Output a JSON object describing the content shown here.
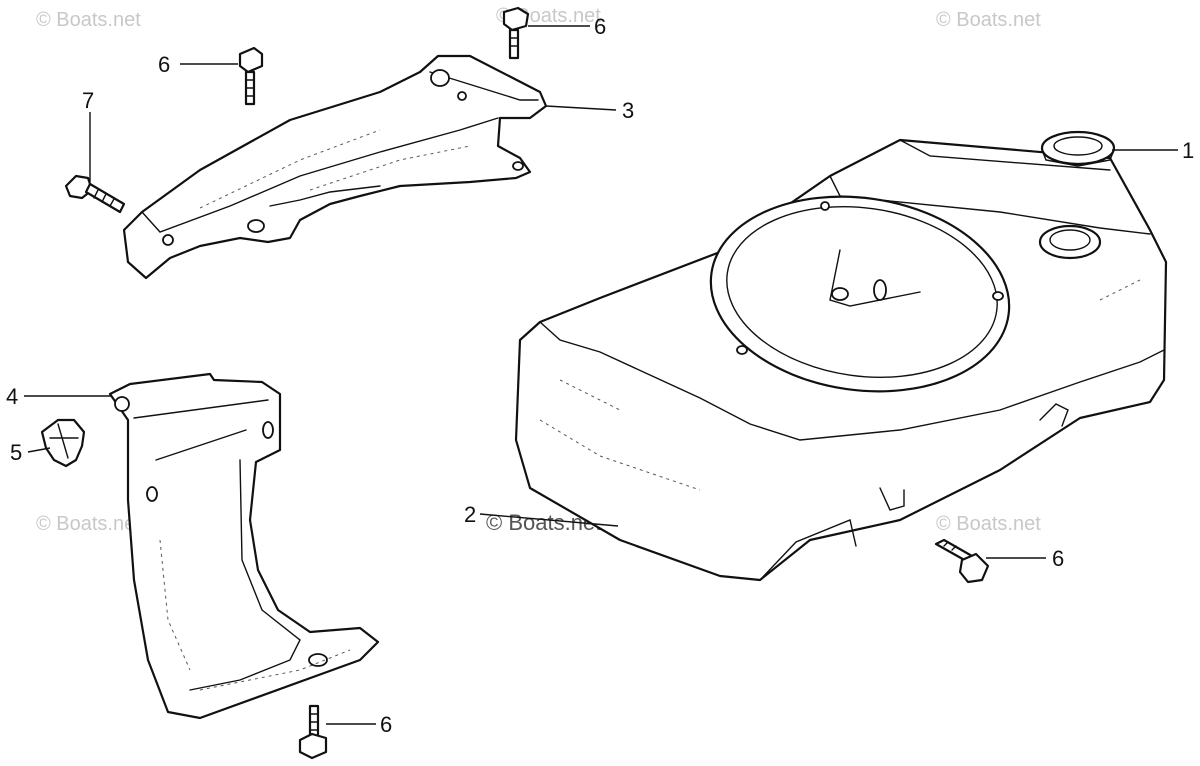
{
  "callouts": {
    "c1": "1",
    "c2": "2",
    "c3": "3",
    "c4": "4",
    "c5": "5",
    "c6a": "6",
    "c6b": "6",
    "c6c": "6",
    "c6d": "6",
    "c7": "7"
  },
  "watermarks": {
    "w1": "© Boats.net",
    "w2": "© Boats.net",
    "w3": "© Boats.net",
    "w4": "© Boats.net",
    "w5": "© Boats.net",
    "w6": "© Boats.net"
  },
  "colors": {
    "ink": "#111111",
    "watermark": "#c8c8c8"
  }
}
